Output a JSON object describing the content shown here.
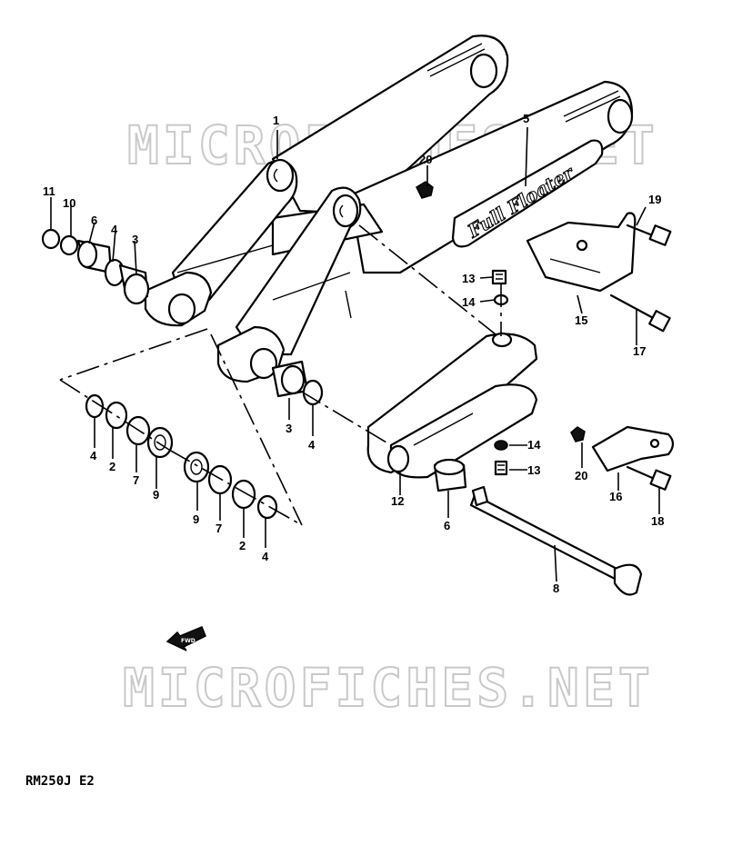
{
  "watermark": {
    "top": "MICROFICHES.NET",
    "bottom": "MICROFICHES.NET"
  },
  "swingarm_decal": "Full Floater",
  "model_code": "RM250J E2",
  "direction_arrow_label": "FWD",
  "callouts": {
    "p1": "1",
    "p5": "5",
    "p20a": "20",
    "p11": "11",
    "p10": "10",
    "p6a": "6",
    "p4a": "4",
    "p3a": "3",
    "p19": "19",
    "p13a": "13",
    "p14a": "14",
    "p15": "15",
    "p17": "17",
    "p3b": "3",
    "p4b": "4",
    "p4c": "4",
    "p2a": "2",
    "p7a": "7",
    "p9a": "9",
    "p9b": "9",
    "p7b": "7",
    "p2b": "2",
    "p4d": "4",
    "p14b": "14",
    "p13b": "13",
    "p20b": "20",
    "p12": "12",
    "p6b": "6",
    "p16": "16",
    "p18": "18",
    "p8": "8"
  }
}
